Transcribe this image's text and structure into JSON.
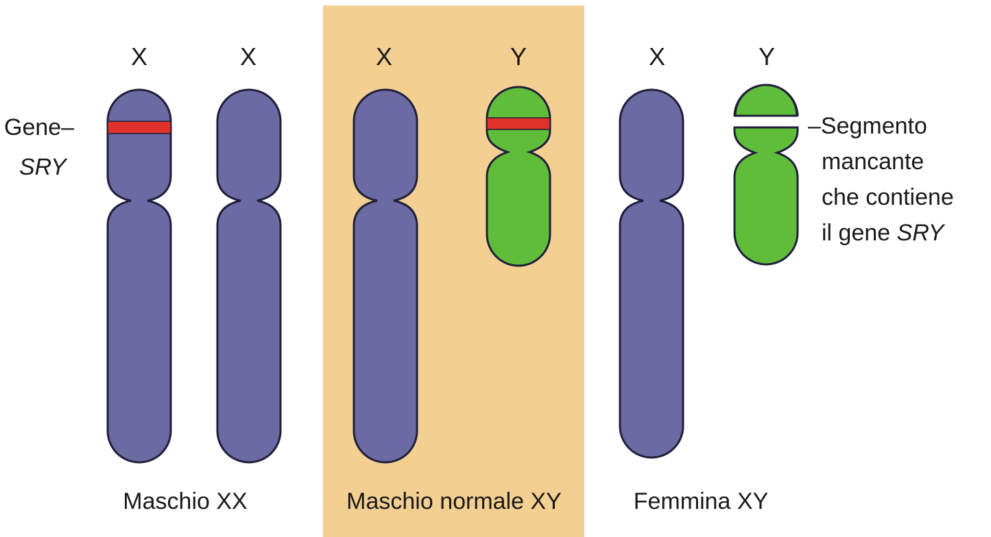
{
  "colors": {
    "x_chromosome": "#6b6aa3",
    "y_chromosome": "#5fbd3a",
    "sry_band": "#e0312a",
    "panel_background": "#f3cf92",
    "page_background": "#ffffff"
  },
  "groups": [
    {
      "caption": "Maschio XX",
      "chromosomes": [
        {
          "letter": "X",
          "sry_band": true
        },
        {
          "letter": "X",
          "sry_band": false
        }
      ]
    },
    {
      "caption": "Maschio normale XY",
      "highlighted": true,
      "chromosomes": [
        {
          "letter": "X",
          "sry_band": false
        },
        {
          "letter": "Y",
          "sry_band": true
        }
      ]
    },
    {
      "caption": "Femmina XY",
      "chromosomes": [
        {
          "letter": "X",
          "sry_band": false
        },
        {
          "letter": "Y",
          "sry_band": false,
          "missing_segment": true
        }
      ]
    }
  ],
  "labels": {
    "gene": {
      "line1": "Gene–",
      "line2": "SRY"
    },
    "missing": {
      "line1": "–Segmento",
      "line2": "mancante",
      "line3": "che contiene",
      "line4_prefix": "il gene ",
      "line4_italic": "SRY"
    }
  }
}
